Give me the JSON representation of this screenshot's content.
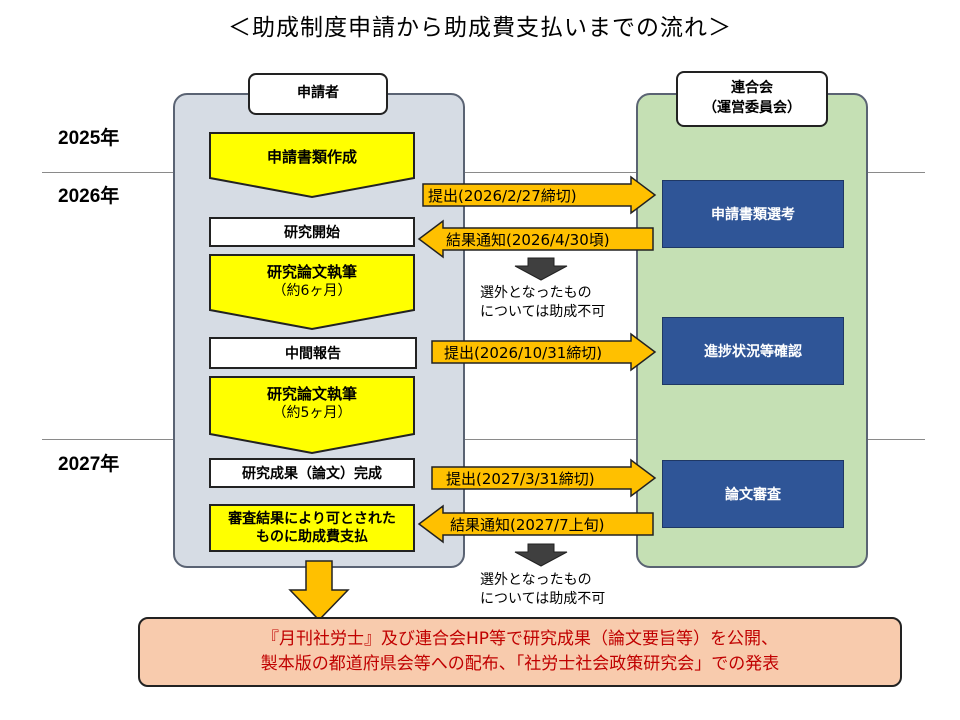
{
  "title": "＜助成制度申請から助成費支払いまでの流れ＞",
  "years": {
    "y2025": "2025年",
    "y2026": "2026年",
    "y2027": "2027年"
  },
  "applicant": {
    "header": "申請者",
    "step1": "申請書類作成",
    "step2": "研究開始",
    "step3_title": "研究論文執筆",
    "step3_sub": "（約6ヶ月）",
    "step4": "中間報告",
    "step5_title": "研究論文執筆",
    "step5_sub": "（約5ヶ月）",
    "step6": "研究成果（論文）完成",
    "step7_line1": "審査結果により可とされた",
    "step7_line2": "ものに助成費支払"
  },
  "federation": {
    "header_line1": "連合会",
    "header_line2": "（運営委員会）",
    "box1": "申請書類選考",
    "box2": "進捗状況等確認",
    "box3": "論文審査"
  },
  "arrows": {
    "submit1": "提出(2026/2/27締切)",
    "result1": "結果通知(2026/4/30頃)",
    "submit2": "提出(2026/10/31締切)",
    "submit3": "提出(2027/3/31締切)",
    "result2": "結果通知(2027/7上旬)"
  },
  "notes": {
    "rejected1_line1": "選外となったもの",
    "rejected1_line2": "については助成不可",
    "rejected2_line1": "選外となったもの",
    "rejected2_line2": "については助成不可"
  },
  "publication": {
    "line1": "『月刊社労士』及び連合会HP等で研究成果（論文要旨等）を公開、",
    "line2": "製本版の都道府県会等への配布、「社労士社会政策研究会」での発表"
  },
  "colors": {
    "applicant_panel": "#d6dce4",
    "federation_panel": "#c5e0b4",
    "yellow": "#ffff00",
    "arrow_orange": "#ffc000",
    "navy": "#2f5597",
    "publication_bg": "#f8cbad",
    "publication_text": "#c00000"
  }
}
